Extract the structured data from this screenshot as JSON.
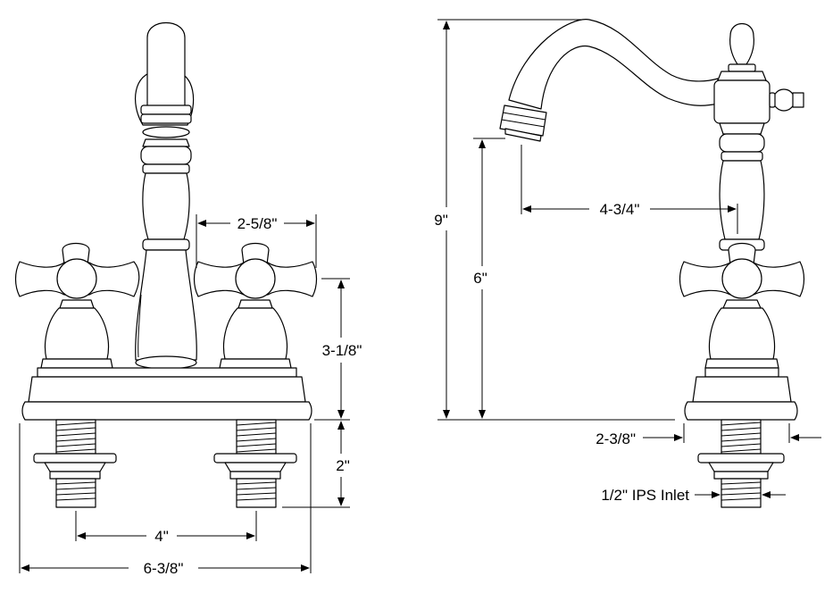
{
  "diagram": {
    "front_view": {
      "dimensions": {
        "spout_handle_spacing": "2-5/8\"",
        "handle_height": "3-1/8\"",
        "shank_length": "2\"",
        "center_spacing": "4\"",
        "overall_width": "6-3/8\""
      }
    },
    "side_view": {
      "dimensions": {
        "overall_height": "9\"",
        "spout_clearance": "6\"",
        "spout_reach": "4-3/4\"",
        "base_width": "2-3/8\"",
        "inlet": "1/2\" IPS Inlet"
      }
    }
  }
}
